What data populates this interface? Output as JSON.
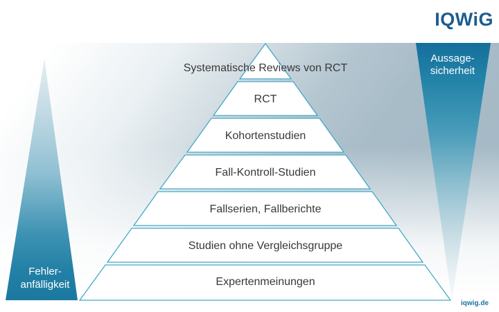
{
  "header": {
    "logo_text": "IQWiG"
  },
  "pyramid": {
    "description": "Evidence hierarchy pyramid, highest certainty at top",
    "levels": [
      {
        "rank": 1,
        "label": "Systematische Reviews von RCT"
      },
      {
        "rank": 2,
        "label": "RCT"
      },
      {
        "rank": 3,
        "label": "Kohortenstudien"
      },
      {
        "rank": 4,
        "label": "Fall-Kontroll-Studien"
      },
      {
        "rank": 5,
        "label": "Fallserien, Fallberichte"
      },
      {
        "rank": 6,
        "label": "Studien ohne Vergleichsgruppe"
      },
      {
        "rank": 7,
        "label": "Expertenmeinungen"
      }
    ]
  },
  "left_wedge": {
    "meaning": "increases downward",
    "line1": "Fehler-",
    "line2": "anfälligkeit"
  },
  "right_wedge": {
    "meaning": "increases upward",
    "line1": "Aussage-",
    "line2": "sicherheit"
  },
  "footer": {
    "site_label": "iqwig.de"
  },
  "colors": {
    "accent_teal_stroke": "#45a7c8",
    "wedge_dark_teal": "#17719d",
    "logo_blue": "#1d5c90",
    "label_text": "#383838"
  }
}
